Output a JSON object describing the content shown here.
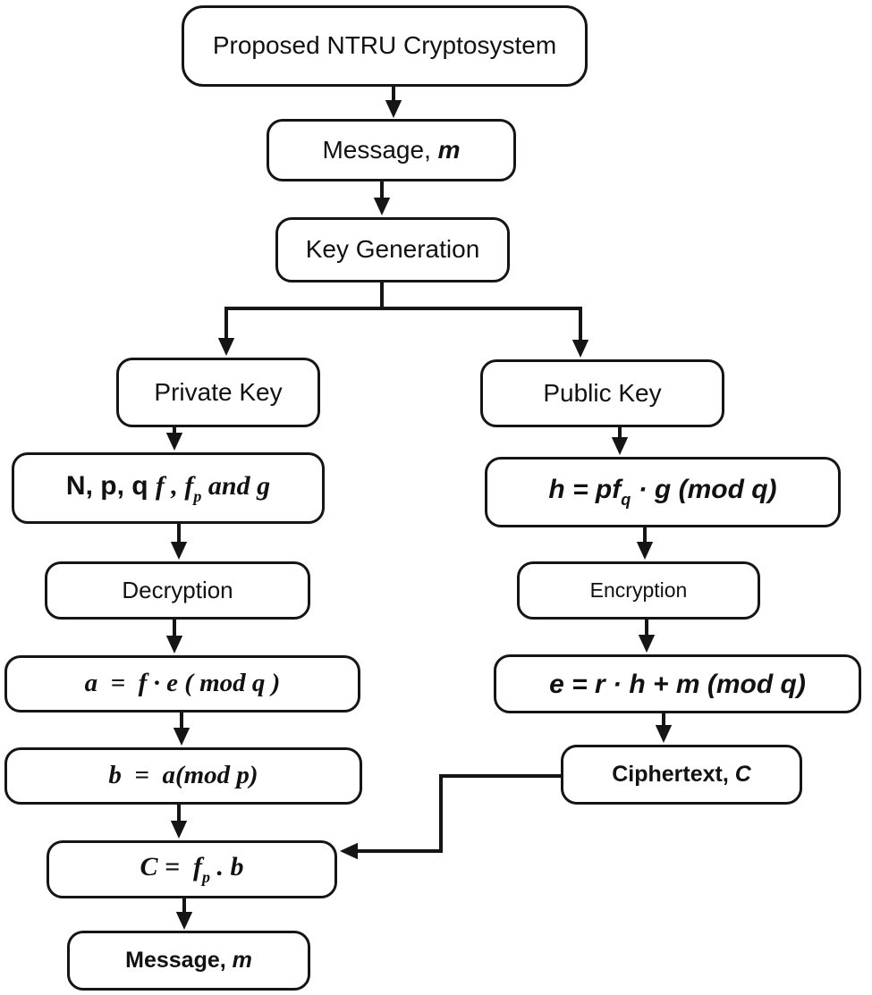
{
  "diagram": {
    "title": "Proposed NTRU Cryptosystem flowchart",
    "colors": {
      "stroke": "#151515",
      "node_fill": "#ffffff",
      "background": "#ffffff",
      "text": "#111111"
    },
    "nodes": {
      "proposed": {
        "segments": [
          {
            "t": "Proposed NTRU Cryptosystem",
            "c": ""
          }
        ]
      },
      "message_in": {
        "segments": [
          {
            "t": "Message, ",
            "c": ""
          },
          {
            "t": "m",
            "c": "bi"
          }
        ]
      },
      "key_generation": {
        "segments": [
          {
            "t": "Key Generation",
            "c": ""
          }
        ]
      },
      "private_key": {
        "segments": [
          {
            "t": "Private Key",
            "c": ""
          }
        ]
      },
      "private_params": {
        "segments": [
          {
            "t": "N, p, q ",
            "c": "sb"
          },
          {
            "t": "f , f",
            "c": ""
          },
          {
            "t": "p",
            "c": "sub"
          },
          {
            "t": " and g",
            "c": ""
          }
        ]
      },
      "decryption": {
        "segments": [
          {
            "t": "Decryption",
            "c": ""
          }
        ]
      },
      "formula_a": {
        "segments": [
          {
            "t": "a  =  f · e ( mod q )",
            "c": ""
          }
        ]
      },
      "formula_b": {
        "segments": [
          {
            "t": "b  =  a(mod p)",
            "c": ""
          }
        ]
      },
      "formula_c": {
        "segments": [
          {
            "t": "C =  f",
            "c": ""
          },
          {
            "t": "p",
            "c": "sub"
          },
          {
            "t": " . b",
            "c": ""
          }
        ]
      },
      "message_out": {
        "segments": [
          {
            "t": "Message, ",
            "c": ""
          },
          {
            "t": "m",
            "c": "it"
          }
        ]
      },
      "public_key": {
        "segments": [
          {
            "t": "Public Key",
            "c": ""
          }
        ]
      },
      "formula_h": {
        "segments": [
          {
            "t": "h = pf",
            "c": ""
          },
          {
            "t": "q",
            "c": "sub"
          },
          {
            "t": " · g (mod q)",
            "c": ""
          }
        ]
      },
      "encryption": {
        "segments": [
          {
            "t": "Encryption",
            "c": ""
          }
        ]
      },
      "formula_e": {
        "segments": [
          {
            "t": "e = r · h + m (mod q)",
            "c": ""
          }
        ]
      },
      "ciphertext": {
        "segments": [
          {
            "t": "Ciphertext, ",
            "c": ""
          },
          {
            "t": "C",
            "c": "it"
          }
        ]
      }
    }
  }
}
